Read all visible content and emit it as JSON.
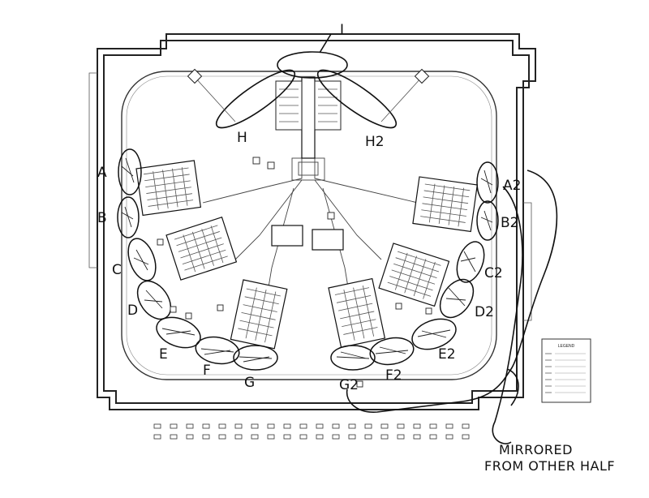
{
  "labels": {
    "I": "I",
    "H": "H",
    "H2": "H2",
    "A": "A",
    "B": "B",
    "C": "C",
    "D": "D",
    "E": "E",
    "F": "F",
    "G": "G",
    "A2": "A2",
    "B2": "B2",
    "C2": "C2",
    "D2": "D2",
    "E2": "E2",
    "F2": "F2",
    "G2": "G2"
  },
  "note": {
    "line1": "MIRRORED",
    "line2": "FROM OTHER HALF"
  },
  "legend": {
    "title": "LEGEND"
  }
}
